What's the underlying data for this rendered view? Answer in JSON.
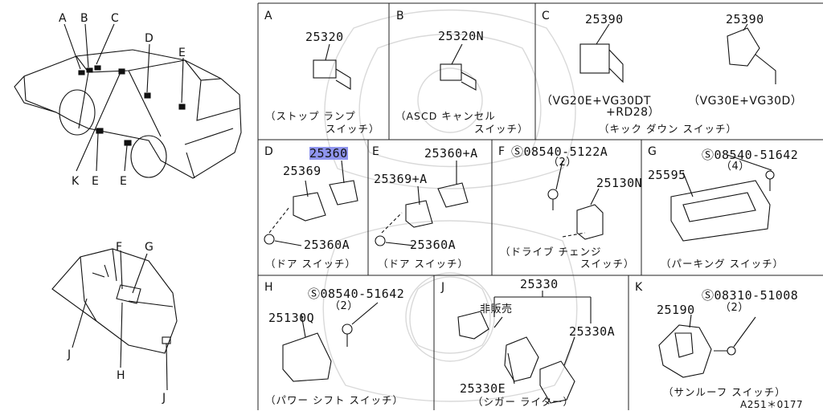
{
  "overview": {
    "car_labels": [
      "A",
      "B",
      "C",
      "D",
      "E",
      "K",
      "E",
      "E"
    ],
    "console_labels": [
      "F",
      "G",
      "J",
      "H",
      "J"
    ]
  },
  "panels": [
    {
      "letter": "A",
      "parts": [
        "25320"
      ],
      "caption": [
        "（ストップ ランプ",
        "スイッチ）"
      ]
    },
    {
      "letter": "B",
      "parts": [
        "25320N"
      ],
      "caption": [
        "（ASCD キャンセル",
        "スイッチ）"
      ]
    },
    {
      "letter": "C",
      "parts": [
        "25390",
        "25390"
      ],
      "caption": [
        "（VG20E+VG30DT",
        "+RD28）",
        "（VG30E+VG30D）",
        "（キック ダウン スイッチ）"
      ]
    },
    {
      "letter": "D",
      "parts": [
        "25360",
        "25369",
        "25360A"
      ],
      "caption": [
        "（ドア スイッチ）"
      ]
    },
    {
      "letter": "E",
      "parts": [
        "25360+A",
        "25369+A",
        "25360A"
      ],
      "caption": [
        "（ドア スイッチ）"
      ]
    },
    {
      "letter": "F",
      "parts": [
        "Ⓢ08540-5122A",
        "（2）",
        "25130N"
      ],
      "caption": [
        "（ドライブ チェンジ",
        "スイッチ）"
      ]
    },
    {
      "letter": "G",
      "parts": [
        "Ⓢ08540-51642",
        "（4）",
        "25595"
      ],
      "caption": [
        "（パーキング スイッチ）"
      ]
    },
    {
      "letter": "H",
      "parts": [
        "Ⓢ08540-51642",
        "（2）",
        "25130Q"
      ],
      "caption": [
        "（パワー シフト スイッチ）"
      ]
    },
    {
      "letter": "J",
      "parts": [
        "25330",
        "非販売",
        "25330A",
        "25330E"
      ],
      "caption": [
        "（シガー ライター）"
      ]
    },
    {
      "letter": "K",
      "parts": [
        "Ⓢ08310-51008",
        "（2）",
        "25190"
      ],
      "caption": [
        "（サンルーフ スイッチ）"
      ]
    }
  ],
  "footer_code": "A251＊0177"
}
